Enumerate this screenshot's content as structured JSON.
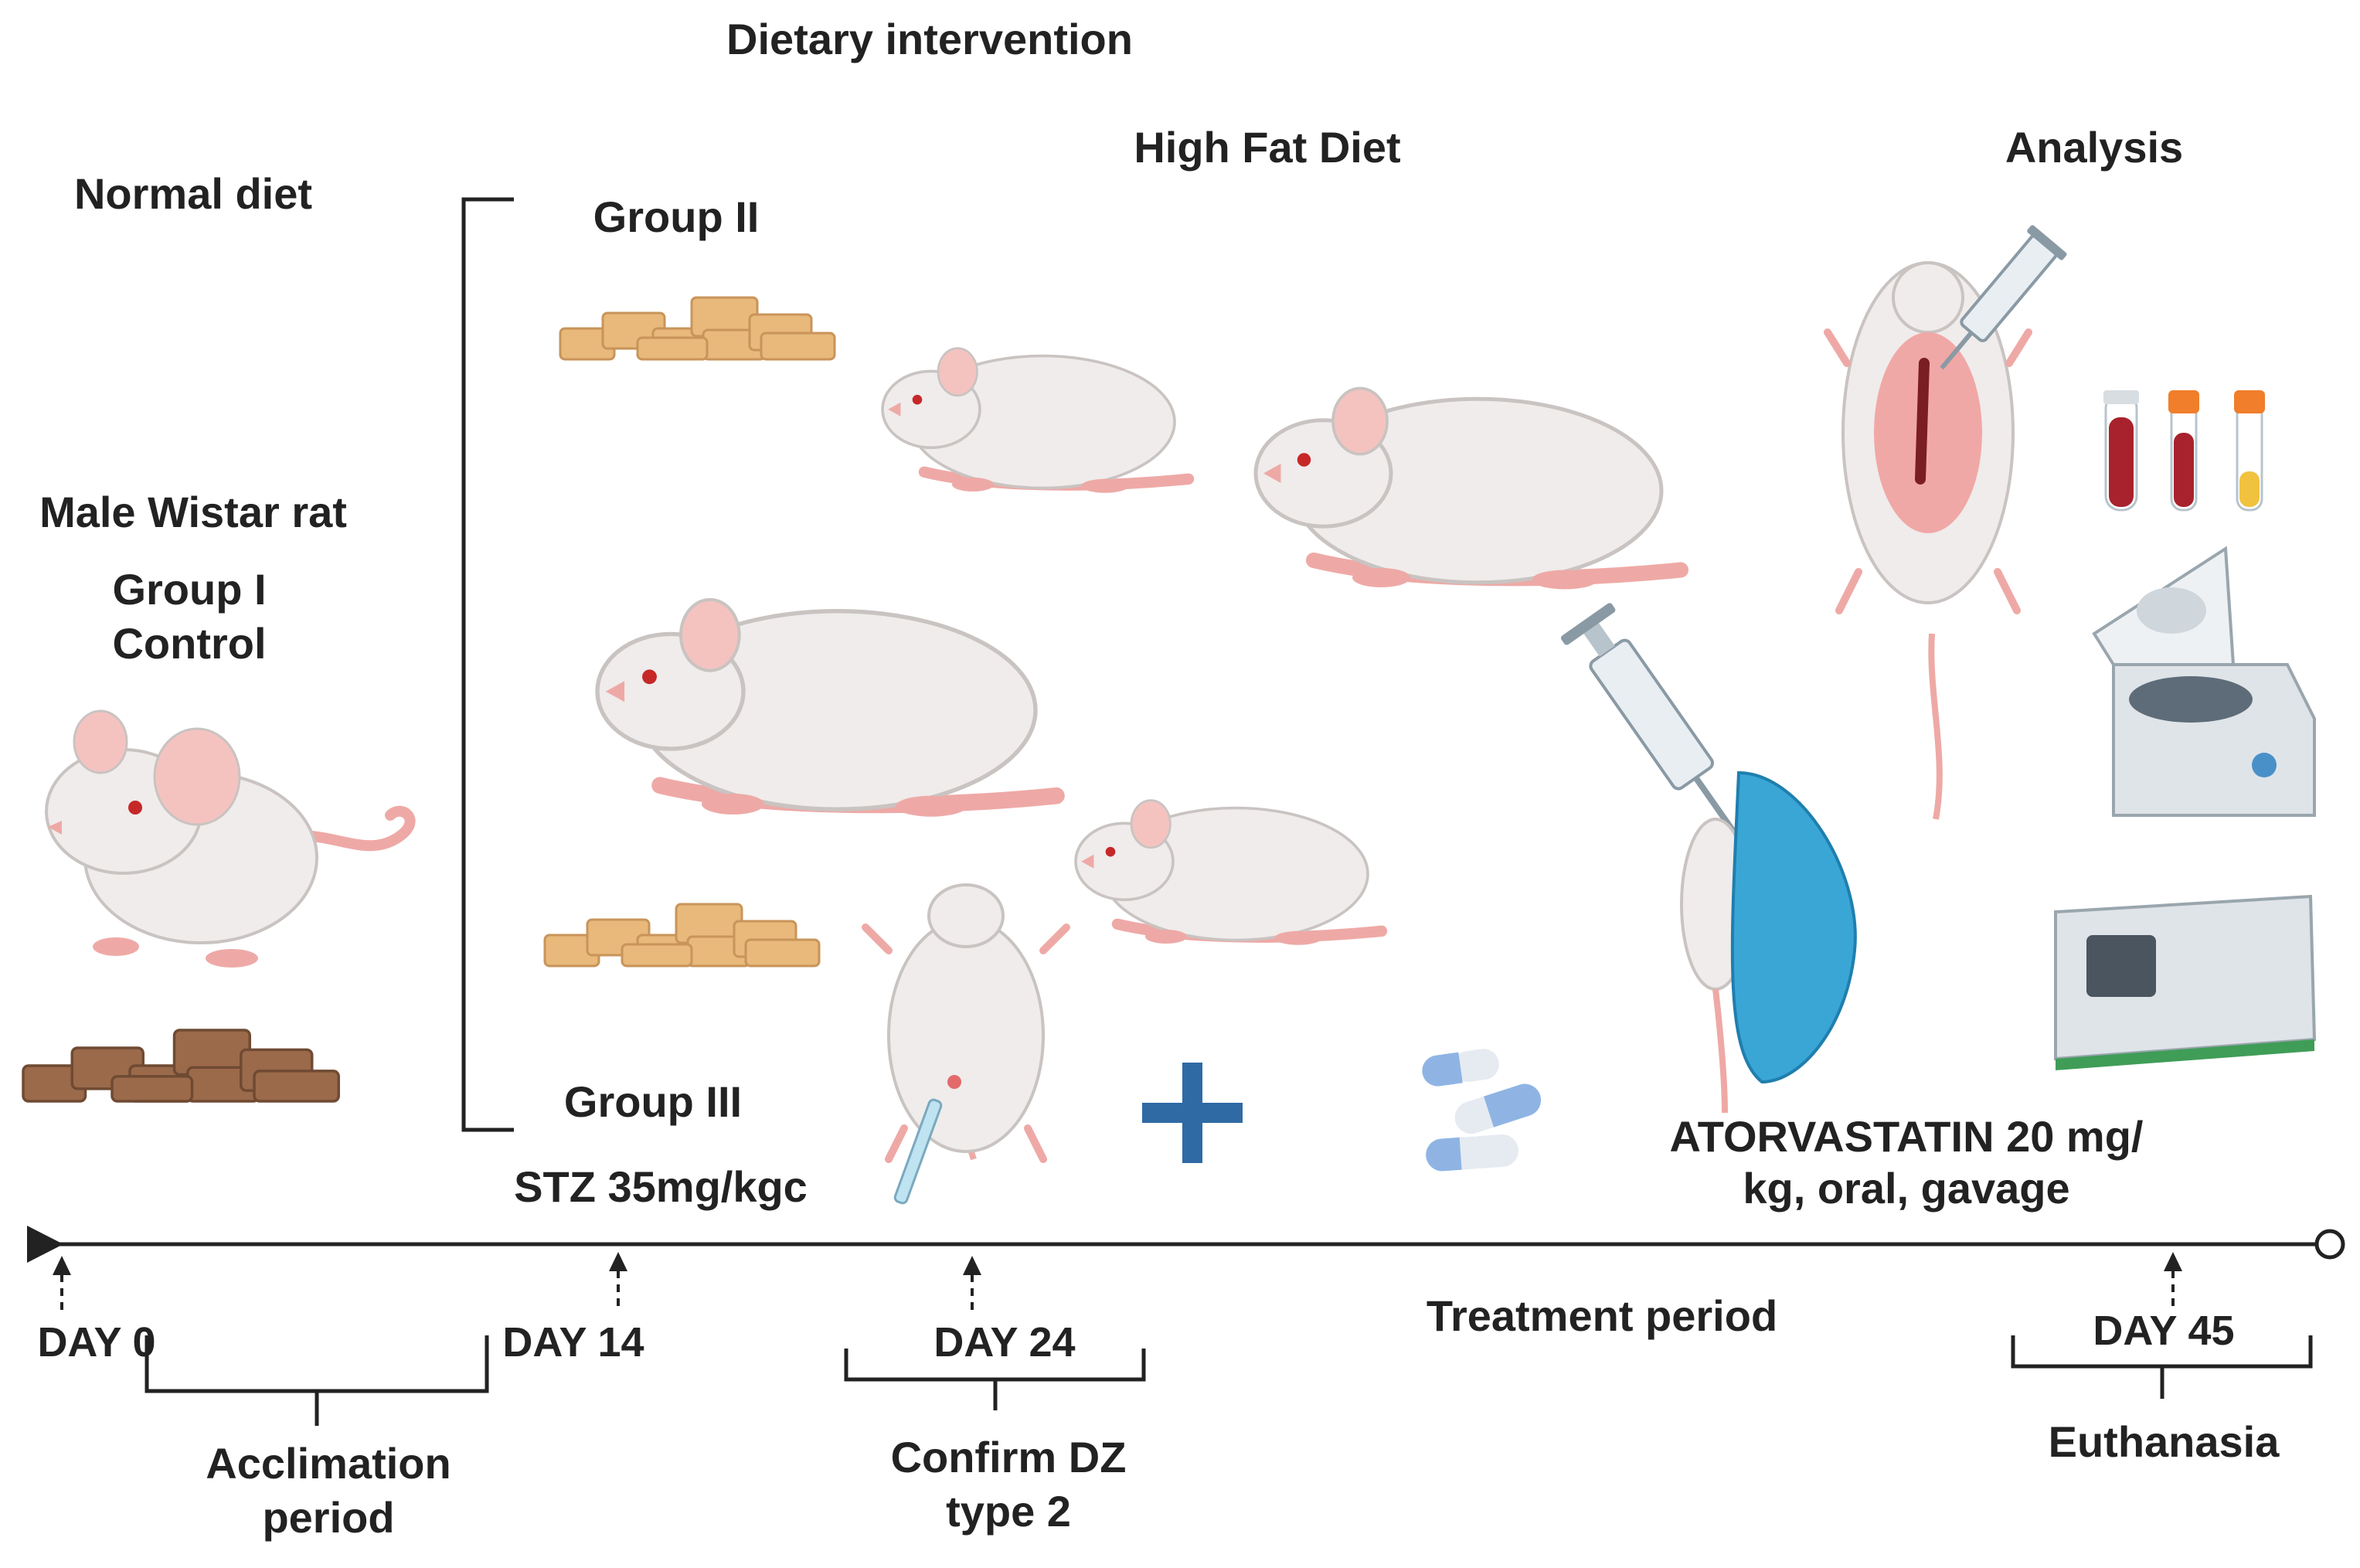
{
  "labels": {
    "dietary_intervention": "Dietary intervention",
    "high_fat_diet": "High Fat Diet",
    "analysis": "Analysis",
    "normal_diet": "Normal diet",
    "group_ii": "Group II",
    "male_wistar_rat": "Male Wistar rat",
    "group_i": "Group I",
    "control": "Control",
    "group_iii": "Group III",
    "stz": "STZ 35mg/kgc",
    "atorvastatin_line1": "ATORVASTATIN 20 mg/",
    "atorvastatin_line2": "kg, oral, gavage"
  },
  "timeline": {
    "day0": "DAY 0",
    "day14": "DAY 14",
    "day24": "DAY 24",
    "day45": "DAY 45",
    "treatment_period": "Treatment period",
    "acclimation_line1": "Acclimation",
    "acclimation_line2": "period",
    "confirm_line1": "Confirm DZ",
    "confirm_line2": "type 2",
    "euthanasia": "Euthanasia"
  },
  "colors": {
    "rat_body": "#efeceb",
    "rat_outline": "#c9c3c1",
    "rat_pink": "#eea9a6",
    "pellet_hfd": "#e8b97a",
    "pellet_normal": "#9b6a4a",
    "plus_blue": "#2f6aa5",
    "capsule_blue": "#8fb4e4",
    "glove_blue": "#3aa6d6",
    "blood_red": "#a8222d",
    "tube_orange": "#f07e2a",
    "serum_yellow": "#f0c23e",
    "timeline": "#222222"
  }
}
